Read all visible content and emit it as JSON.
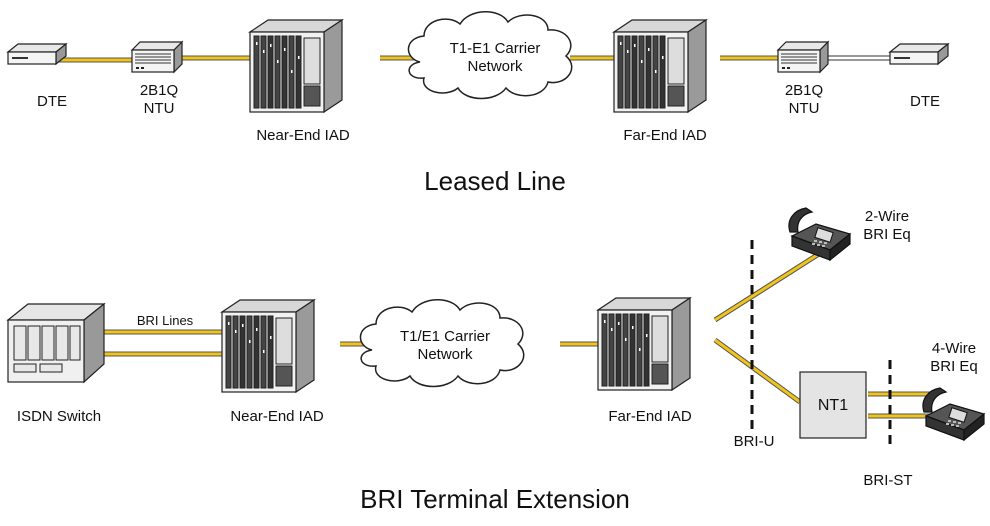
{
  "leased_line": {
    "title": "Leased Line",
    "dte_left": "DTE",
    "ntu_left": "2B1Q\nNTU",
    "near_iad": "Near-End IAD",
    "carrier": "T1-E1 Carrier\nNetwork",
    "far_iad": "Far-End IAD",
    "ntu_right": "2B1Q\nNTU",
    "dte_right": "DTE"
  },
  "bri_extension": {
    "title": "BRI Terminal Extension",
    "isdn_switch": "ISDN Switch",
    "bri_lines": "BRI Lines",
    "near_iad": "Near-End IAD",
    "carrier": "T1/E1 Carrier\nNetwork",
    "far_iad": "Far-End IAD",
    "bri_u": "BRI-U",
    "nt1": "NT1",
    "two_wire": "2-Wire\nBRI Eq",
    "four_wire": "4-Wire\nBRI Eq",
    "bri_st": "BRI-ST"
  },
  "colors": {
    "line": "#f0c419",
    "line_edge": "#555555",
    "device_face": "#e6e6e6",
    "device_dark": "#333333"
  }
}
